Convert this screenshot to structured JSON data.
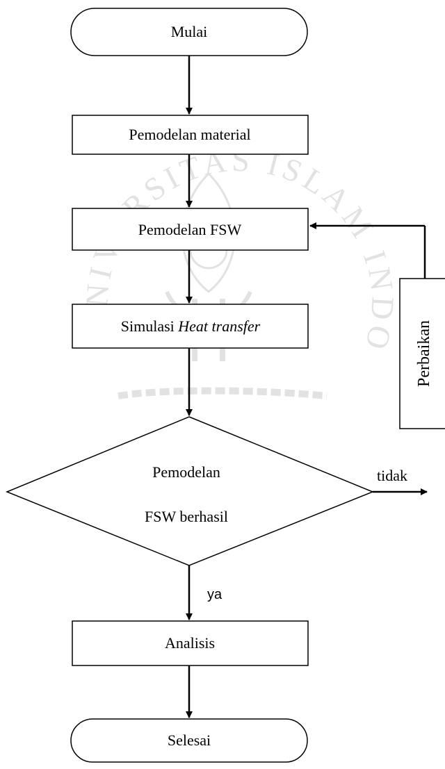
{
  "flowchart": {
    "start": "Mulai",
    "step1": "Pemodelan material",
    "step2": "Pemodelan FSW",
    "step3_normal": "Simulasi ",
    "step3_italic": "Heat transfer",
    "decision_line1": "Pemodelan",
    "decision_line2": "FSW berhasil",
    "no_label": "tidak",
    "fix_box": "Perbaikan",
    "yes_label": "ya",
    "analysis": "Analisis",
    "end": "Selesai"
  },
  "watermark": {
    "arc_text": "UNIVERSITAS ISLAM INDONESIA",
    "color": "#9a9a9a"
  }
}
